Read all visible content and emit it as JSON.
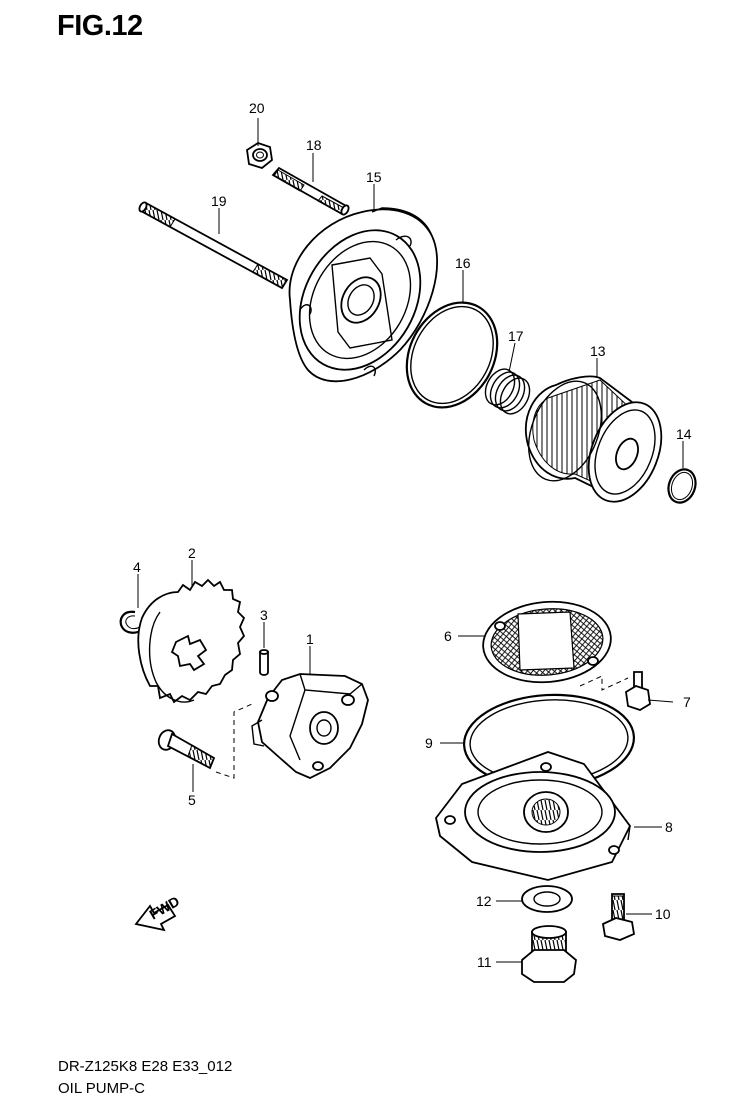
{
  "figure": {
    "title": "FIG.12",
    "code": "DR-Z125K8 E28 E33_012",
    "name": "OIL PUMP-C"
  },
  "direction_arrow": {
    "label": "FWD",
    "icon": "fwd-arrow-icon"
  },
  "callouts": {
    "p1": "1",
    "p2": "2",
    "p3": "3",
    "p4": "4",
    "p5": "5",
    "p6": "6",
    "p7": "7",
    "p8": "8",
    "p9": "9",
    "p10": "10",
    "p11": "11",
    "p12": "12",
    "p13": "13",
    "p14": "14",
    "p15": "15",
    "p16": "16",
    "p17": "17",
    "p18": "18",
    "p19": "19",
    "p20": "20"
  }
}
